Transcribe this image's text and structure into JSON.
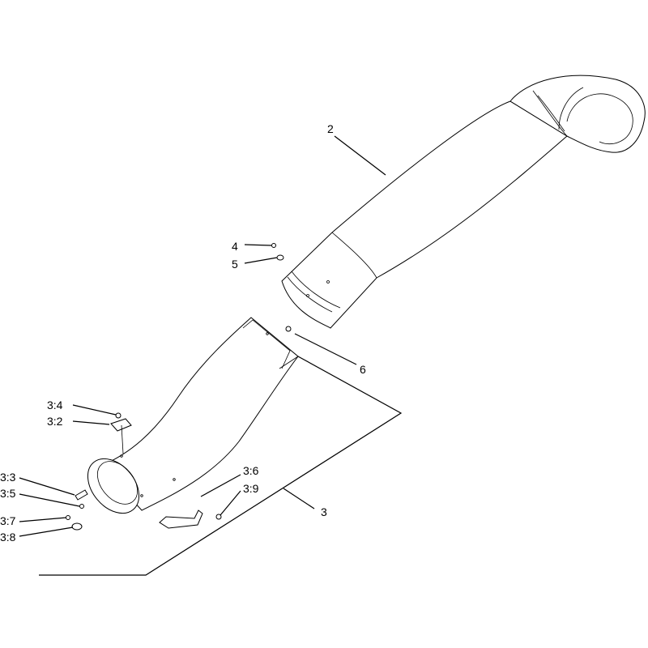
{
  "callouts": {
    "c2": "2",
    "c3": "3",
    "c4": "4",
    "c5": "5",
    "c6": "6",
    "c3_2": "3:2",
    "c3_3": "3:3",
    "c3_4": "3:4",
    "c3_5": "3:5",
    "c3_6": "3:6",
    "c3_7": "3:7",
    "c3_8": "3:8",
    "c3_9": "3:9"
  },
  "colors": {
    "ink": "#000000",
    "paper": "#ffffff"
  }
}
